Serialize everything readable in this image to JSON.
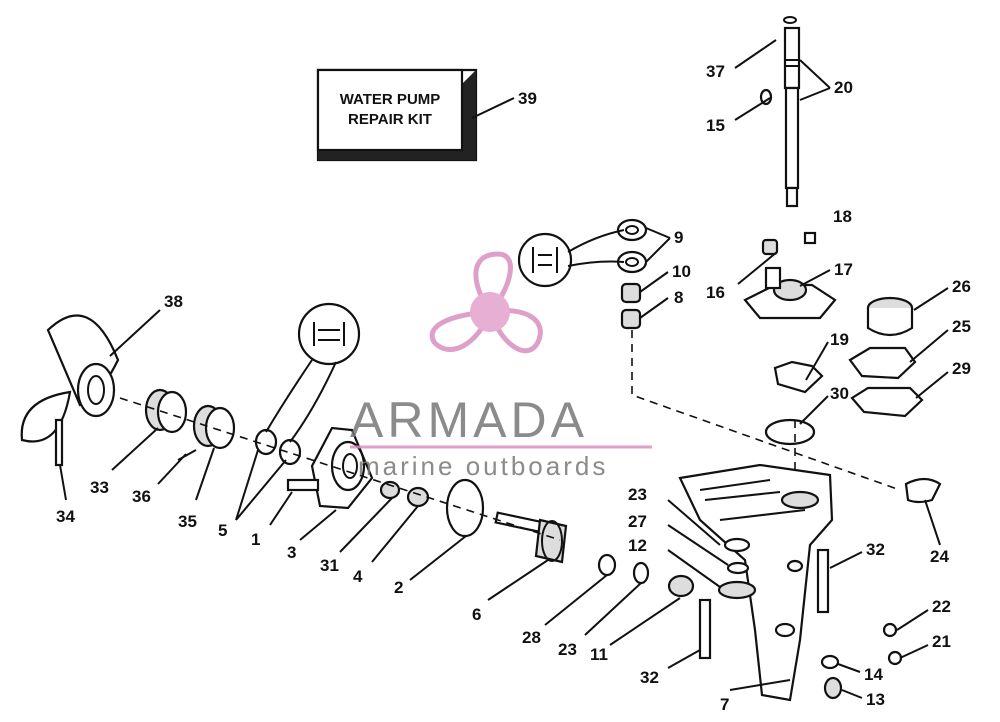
{
  "kit_box": {
    "line1": "WATER PUMP",
    "line2": "REPAIR KIT"
  },
  "watermark": {
    "brand": "ARMADA",
    "tagline": "marine outboards",
    "color": "#d98fbf"
  },
  "callouts": {
    "c1": "1",
    "c2": "2",
    "c3": "3",
    "c4": "4",
    "c5": "5",
    "c6": "6",
    "c7": "7",
    "c8": "8",
    "c9": "9",
    "c10": "10",
    "c11": "11",
    "c12": "12",
    "c13": "13",
    "c14": "14",
    "c15": "15",
    "c16": "16",
    "c17": "17",
    "c18": "18",
    "c19": "19",
    "c20": "20",
    "c21": "21",
    "c22": "22",
    "c23a": "23",
    "c23b": "23",
    "c24": "24",
    "c25": "25",
    "c26": "26",
    "c27": "27",
    "c28": "28",
    "c29": "29",
    "c30": "30",
    "c31": "31",
    "c32a": "32",
    "c32b": "32",
    "c33": "33",
    "c34": "34",
    "c35": "35",
    "c36": "36",
    "c37": "37",
    "c38": "38",
    "c39": "39"
  }
}
